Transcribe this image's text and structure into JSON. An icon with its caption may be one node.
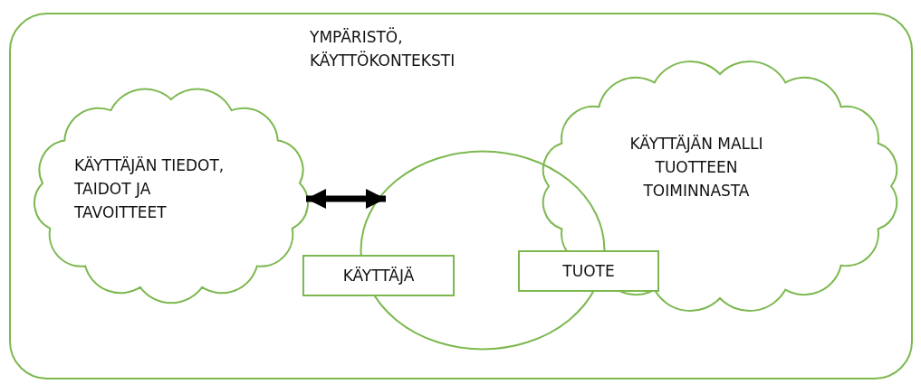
{
  "diagram": {
    "nodes": [
      {
        "text": [
          "YMPÄRISTÖ, KÄYTTÖKONTEKSTI"
        ]
      },
      {
        "text": [
          "KÄYTTÄJÄN TIEDOT, TAIDOT JA TAVOITTEET"
        ],
        "in": 0
      },
      {
        "text": [],
        "shape": "ellipse",
        "in": 0
      },
      {
        "text": [
          "KÄYTTÄJÄN MALLI TUOTTEEN TOIMINNASTA"
        ],
        "in": 0
      },
      {
        "text": [
          "KÄYTTÄJÄ"
        ],
        "in": 0
      },
      {
        "text": [
          "TUOTE"
        ],
        "in": 0
      }
    ],
    "edges": [
      {
        "from": 1,
        "to": 2,
        "arrow": "both"
      }
    ]
  }
}
